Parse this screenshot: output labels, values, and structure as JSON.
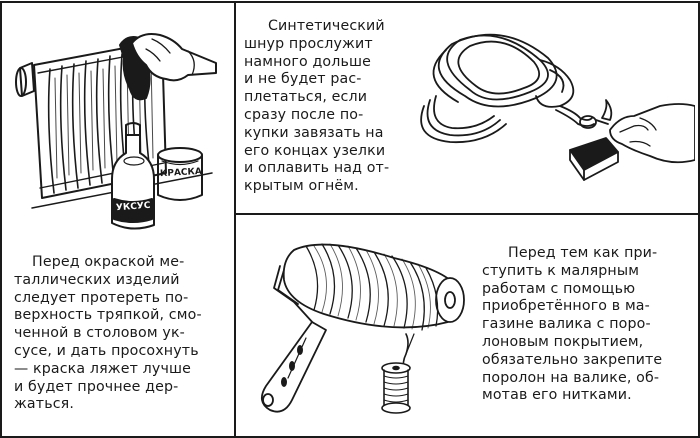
{
  "panels": {
    "cord": {
      "lines": [
        "Синтетический",
        "шнур прослужит",
        "намного дольше",
        "и не будет рас-",
        "плетаться, если",
        "сразу после по-",
        "купки завязать на",
        "его концах узелки",
        "и оплавить над от-",
        "крытым огнём."
      ]
    },
    "paint": {
      "lines": [
        "Перед окраской ме-",
        "таллических изделий",
        "следует протереть по-",
        "верхность тряпкой, смо-",
        "ченной в столовом ук-",
        "сусе, и дать просохнуть",
        "— краска ляжет лучше",
        "и будет прочнее дер-",
        "жаться."
      ],
      "labels": {
        "can": "КРАСКА",
        "bottle": "УКСУС"
      }
    },
    "roller": {
      "lines": [
        "Перед тем как при-",
        "ступить к малярным",
        "работам с помощью",
        "приобретённого в ма-",
        "газине валика с поро-",
        "лоновым покрытием,",
        "обязательно закрепите",
        "поролон на валике, об-",
        "мотав его нитками."
      ]
    }
  },
  "colors": {
    "ink": "#1a1a1a",
    "paper": "#ffffff"
  },
  "icons": [
    "radiator-illustration",
    "rope-illustration",
    "paint-roller-illustration",
    "thread-spool-icon"
  ]
}
